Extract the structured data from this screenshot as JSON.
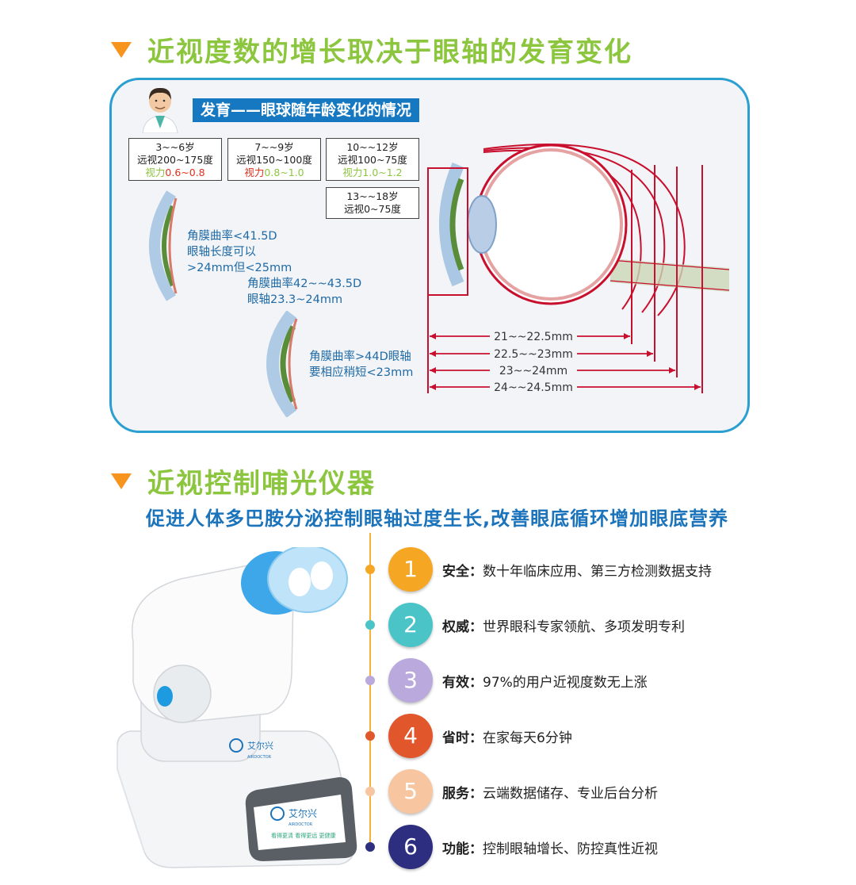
{
  "section1": {
    "title": "近视度数的增长取决于眼轴的发育变化"
  },
  "banner": "发育——眼球随年龄变化的情况",
  "age_boxes": [
    {
      "age": "3~~6岁",
      "far": "远视200~175度",
      "vision_label": "视力",
      "vision_value": "0.6~0.8"
    },
    {
      "age": "7~~9岁",
      "far": "远视150~100度",
      "vision_label": "视力",
      "vision_value": "0.8~1.0"
    },
    {
      "age": "10~~12岁",
      "far": "远视100~75度",
      "vision_label": "视力",
      "vision_value": "1.0~1.2"
    },
    {
      "age": "13~~18岁",
      "far": "远视0~75度"
    }
  ],
  "notes": [
    {
      "lines": [
        "角膜曲率<41.5D",
        "眼轴长度可以",
        ">24mm但<25mm"
      ]
    },
    {
      "lines": [
        "角膜曲率42~~43.5D",
        "眼轴23.3~24mm"
      ]
    },
    {
      "lines": [
        "角膜曲率>44D眼轴",
        "要相应稍短<23mm"
      ]
    }
  ],
  "dimensions": [
    "21~~22.5mm",
    "22.5~~23mm",
    "23~~24mm",
    "24~~24.5mm"
  ],
  "section2": {
    "title": "近视控制哺光仪器",
    "subtitle": "促进人体多巴胺分泌控制眼轴过度生长,改善眼底循环增加眼底营养"
  },
  "device": {
    "brand": "艾尔兴",
    "brand_sub": "AIRDOCTOR",
    "screen_caption": "看得更清 看得更远 更健康"
  },
  "features": [
    {
      "num": "1",
      "label": "安全",
      "sep": "：",
      "text": "数十年临床应用、第三方检测数据支持",
      "color": "#f5a623"
    },
    {
      "num": "2",
      "label": "权威",
      "sep": "：",
      "text": "世界眼科专家领航、多项发明专利",
      "color": "#4bc4c7"
    },
    {
      "num": "3",
      "label": "有效",
      "sep": "：",
      "text": "97%的用户近视度数无上涨",
      "color": "#b9a9dc"
    },
    {
      "num": "4",
      "label": "省时",
      "sep": "：",
      "text": "在家每天6分钟",
      "color": "#e2562c"
    },
    {
      "num": "5",
      "label": "服务",
      "sep": "：",
      "text": "云端数据储存、专业后台分析",
      "color": "#f7c59f"
    },
    {
      "num": "6",
      "label": "功能",
      "sep": "：",
      "text": "控制眼轴增长、防控真性近视",
      "color": "#2d2e7f"
    }
  ],
  "colors": {
    "accent_green": "#8cc63f",
    "accent_orange": "#f7941d",
    "blue": "#1778c2",
    "red": "#c8102e"
  }
}
